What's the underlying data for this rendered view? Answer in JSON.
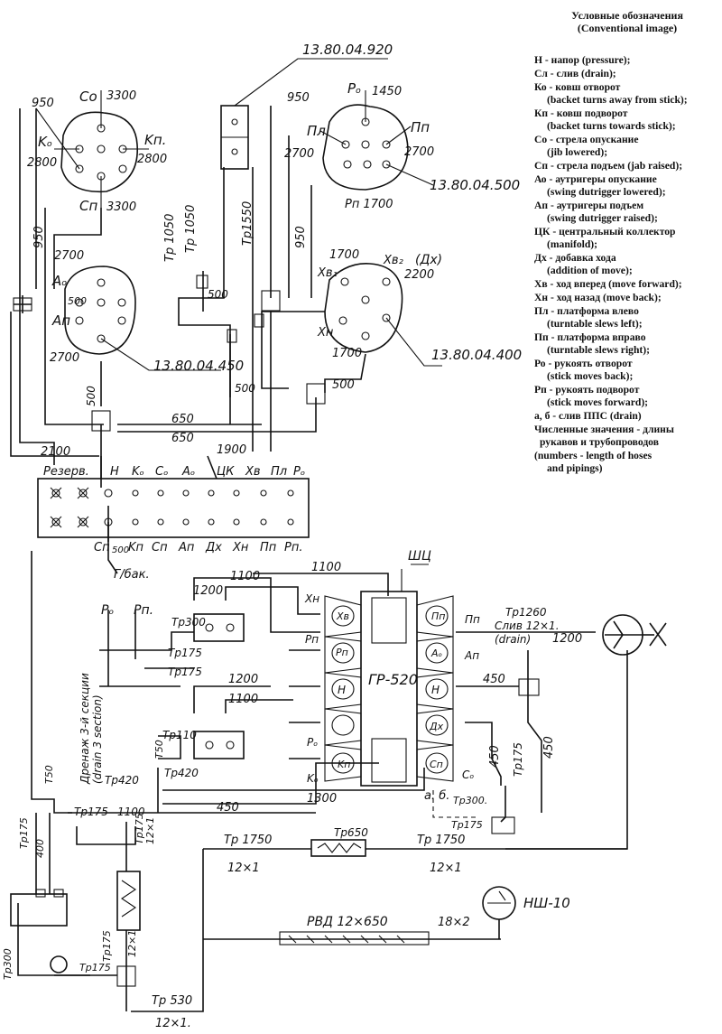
{
  "legend": {
    "title_ru": "Условные обозначения",
    "title_en": "(Conventional image)",
    "items": [
      {
        "ru": "Н - напор (pressure);",
        "en": ""
      },
      {
        "ru": "Сл - слив (drain);",
        "en": ""
      },
      {
        "ru": "Ко - ковш отворот",
        "en": "(backet turns away from stick);"
      },
      {
        "ru": "Кп - ковш подворот",
        "en": "(backet turns towards stick);"
      },
      {
        "ru": "Со - стрела опускание",
        "en": "(jib lowered);"
      },
      {
        "ru": "Сп - стрела подъем (jab raised);",
        "en": ""
      },
      {
        "ru": "Ао - аутригеры опускание",
        "en": "(swing dutrigger lowered);"
      },
      {
        "ru": "Ап - аутригеры подъем",
        "en": "(swing dutrigger raised);"
      },
      {
        "ru": "ЦК - центральный коллектор",
        "en": "(manifold);"
      },
      {
        "ru": "Дх - добавка хода",
        "en": "(addition of move);"
      },
      {
        "ru": "Хв - ход вперед (move forward);",
        "en": ""
      },
      {
        "ru": "Хн - ход назад (move back);",
        "en": ""
      },
      {
        "ru": "Пл - платформа влево",
        "en": "(turntable slews left);"
      },
      {
        "ru": "Пп - платформа вправо",
        "en": "(turntable slews right);"
      },
      {
        "ru": "Ро - рукоять отворот",
        "en": "(stick moves back);"
      },
      {
        "ru": "Рп - рукоять подворот",
        "en": "(stick moves forward);"
      },
      {
        "ru": "а, б - слив ППС (drain)",
        "en": ""
      },
      {
        "ru": "Численные значения - длины",
        "en": "рукавов и трубопроводов"
      },
      {
        "ru": "(numbers - length of  hoses",
        "en": "and pipings)"
      }
    ]
  },
  "labels": {
    "ref_920": "13.80.04.920",
    "ref_500": "13.80.04.500",
    "ref_450": "13.80.04.450",
    "ref_400": "13.80.04.400",
    "v950a": "950",
    "v3300a": "3300",
    "co": "Co",
    "ko": "Kₒ",
    "kn": "Kп.",
    "v2800a": "2800",
    "v2800b": "2800",
    "cn": "Cп",
    "v3300b": "3300",
    "v950b": "950",
    "po": "Pₒ",
    "v1450": "1450",
    "pl": "Пл",
    "pp": "Пп",
    "v2700a": "2700",
    "v2700b": "2700",
    "pn_1700": "Pп 1700",
    "tp1050a": "Tp 1050",
    "tp1050b": "Tp 1050",
    "tp1550": "Tp1550",
    "v950c": "950",
    "v950d": "950",
    "v2700c": "2700",
    "ao": "Aₒ",
    "an": "Aп",
    "v500a": "500",
    "v2700d": "2700",
    "v500b": "500",
    "v500c": "500",
    "v500d": "500",
    "v1700a": "1700",
    "dx_hdr": "(Дх)",
    "xv1": "Xв₁",
    "xv2": "Xв₂",
    "v2200": "2200",
    "xn": "Xн",
    "v1700b": "1700",
    "v500e": "500",
    "v650a": "650",
    "v650b": "650",
    "v2100": "2100",
    "v1900": "1900",
    "manifold_top": [
      "Резерв.",
      "H",
      "Kₒ",
      "Cₒ",
      "Aₒ",
      "ЦК",
      "Xв",
      "Пл",
      "Pₒ"
    ],
    "manifold_bottom": [
      "Cп",
      "Kп",
      "Cп",
      "Aп",
      "Дх",
      "Xн",
      "Пп",
      "Pп."
    ],
    "v500f": "500",
    "gbak": "Г/бак.",
    "v1100a": "1100",
    "v1100b": "1100",
    "v1200a": "1200",
    "shsh": "ШЦ",
    "po2": "Pₒ",
    "pn2": "Pп.",
    "tp300a": "Tp300",
    "tp175a": "Tp175",
    "tp175b": "Tp175",
    "xn2": "Xн",
    "xv3": "Xв",
    "rp": "Pп",
    "n1": "H",
    "rp2": "Pп",
    "kn2": "Kп",
    "gr520": "ГР-520",
    "pp2": "Пп",
    "pp3": "Пп",
    "ao2": "Aₒ",
    "an2": "Aп",
    "n2": "H",
    "dx2": "Дх",
    "cn2": "Cп",
    "co2": "Cₒ",
    "ko2": "Kₒ",
    "po3": "Pₒ",
    "v1200b": "1200",
    "v1100c": "1100",
    "tp110": "Tp110",
    "t50a": "T50",
    "tp420a": "Tp420",
    "tp420b": "Tp420",
    "v1300": "1300",
    "drain_sect": "Дренаж 3-й секции",
    "drain_sect_en": "(drain 3 section)",
    "t50b": "T50",
    "tp175c": "Tp175",
    "v1100d": "1100",
    "v450a": "450",
    "tp175d": "Tp175",
    "v12x1a": "12×1",
    "tp650": "Tp650",
    "tp1260": "Tp1260",
    "slv": "Слив 12×1.",
    "drain": "(drain)",
    "v1200c": "1200",
    "v450b": "450",
    "v450c": "450",
    "tp175e": "Tp175",
    "v450d": "450",
    "a_b": "a. б.",
    "tp300b": "Tp300.",
    "tp175f": "Tp175",
    "tp1750a": "Tp 1750",
    "v12x1b": "12×1",
    "tp1750b": "Tp 1750",
    "v12x1c": "12×1",
    "tp175g": "Tp175",
    "v400": "400",
    "tp175h": "Tp175",
    "v12x1d": "12×1",
    "nsh10": "НШ-10",
    "rvd": "РВД 12×650",
    "v18x2": "18×2",
    "tp300c": "Tp300",
    "tp175i": "Tp175",
    "tp530": "Tp 530",
    "v12x1e": "12×1."
  }
}
